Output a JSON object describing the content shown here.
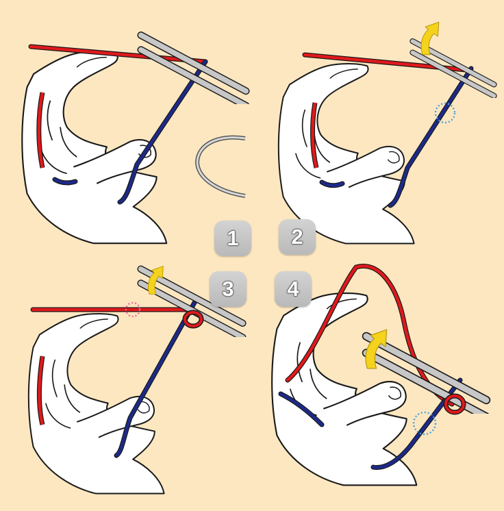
{
  "steps": [
    {
      "number": "1"
    },
    {
      "number": "2"
    },
    {
      "number": "3"
    },
    {
      "number": "4"
    }
  ],
  "colors": {
    "background": "#fde7c1",
    "yarn_red": "#e0191b",
    "yarn_blue": "#1d2a8a",
    "needle": "#c7c7c7",
    "arrow": "#f5d21c",
    "hand": "#ffffff",
    "badge": "#c4c4c4",
    "dotted_pink": "#f06a9a",
    "dotted_blue": "#4aa3d8"
  },
  "icons": [
    "hand-icon",
    "needle-icon",
    "arrow-icon",
    "yarn-loop-icon",
    "dotted-circle-icon"
  ]
}
